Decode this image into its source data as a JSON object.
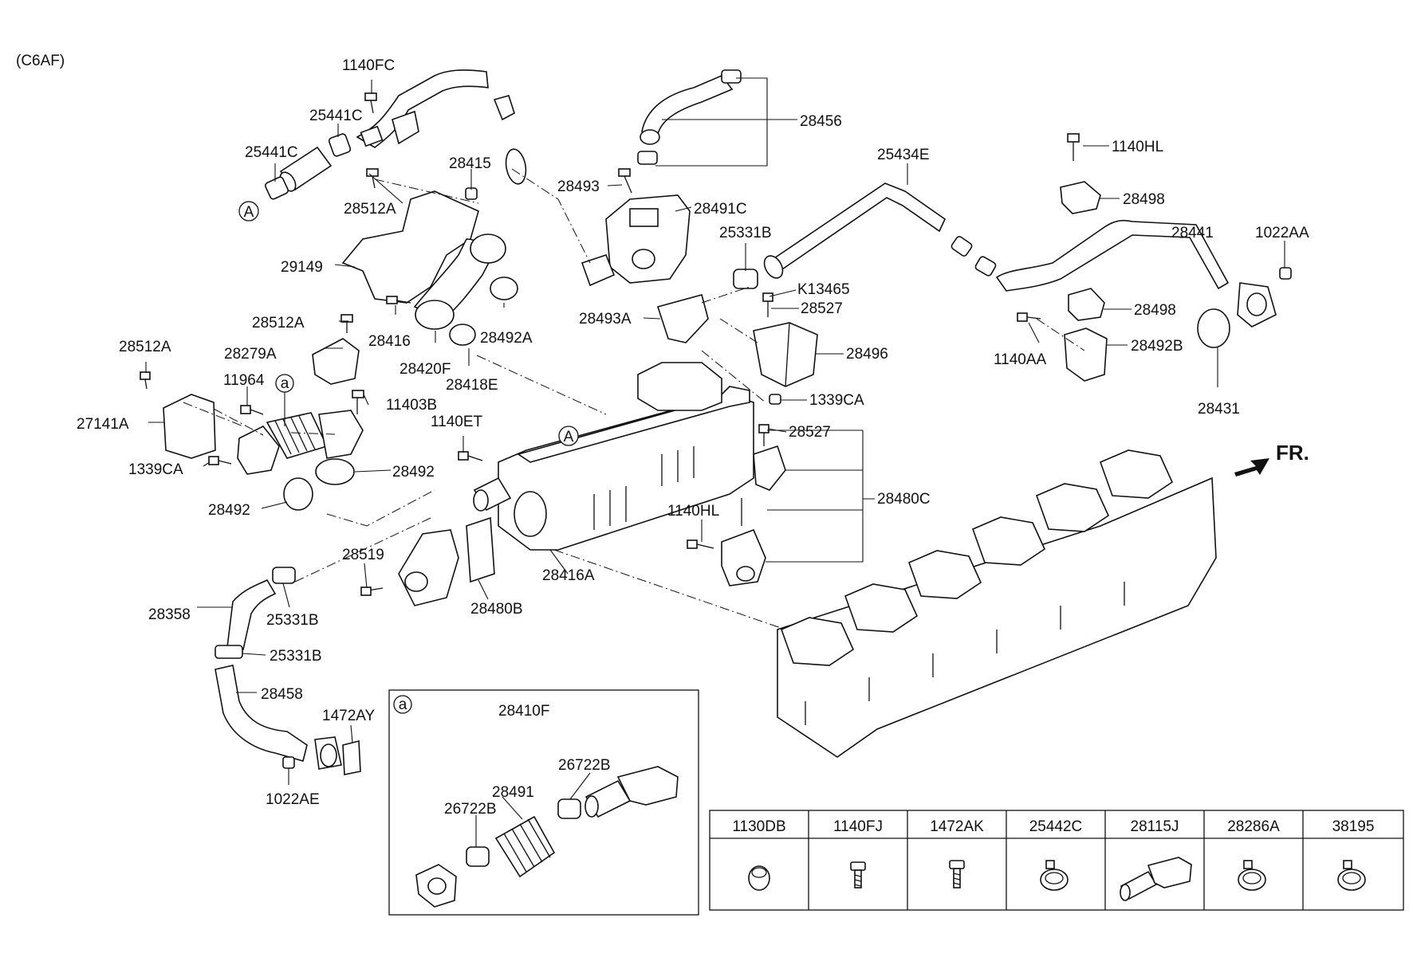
{
  "variant": "(C6AF)",
  "front_label": "FR.",
  "callouts": {
    "c1140FC": "1140FC",
    "c25441C_a": "25441C",
    "c25441C_b": "25441C",
    "c28415": "28415",
    "c28512A_a": "28512A",
    "c29149": "29149",
    "c28512A_b": "28512A",
    "c28416": "28416",
    "c28420F": "28420F",
    "c28418E": "28418E",
    "c28492A": "28492A",
    "c28279A": "28279A",
    "c28512A_c": "28512A",
    "c11964": "11964",
    "c11403B": "11403B",
    "c27141A": "27141A",
    "c1339CA_a": "1339CA",
    "c28492_a": "28492",
    "c28492_b": "28492",
    "c1140ET": "1140ET",
    "c28456": "28456",
    "c28493": "28493",
    "c28491C": "28491C",
    "c25331B_a": "25331B",
    "cK13465": "K13465",
    "c28527_a": "28527",
    "c28493A": "28493A",
    "c28496": "28496",
    "c1339CA_b": "1339CA",
    "c28527_b": "28527",
    "c28480C": "28480C",
    "c1140HL_a": "1140HL",
    "c28416A": "28416A",
    "c28519": "28519",
    "c28480B": "28480B",
    "c28358": "28358",
    "c25331B_b": "25331B",
    "c25331B_c": "25331B",
    "c28458": "28458",
    "c1472AY": "1472AY",
    "c1022AE": "1022AE",
    "c25434E": "25434E",
    "c1140HL_b": "1140HL",
    "c28498_a": "28498",
    "c28441": "28441",
    "c1022AA": "1022AA",
    "c28498_b": "28498",
    "c28492B": "28492B",
    "c1140AA": "1140AA",
    "c28431": "28431"
  },
  "ref_markers": {
    "A1": "A",
    "A2": "A",
    "a1": "a",
    "a2": "a"
  },
  "detail_box": {
    "marker": "a",
    "title": "28410F",
    "labels": {
      "l26722B_a": "26722B",
      "l28491": "28491",
      "l26722B_b": "26722B"
    }
  },
  "parts_table": {
    "columns": [
      "1130DB",
      "1140FJ",
      "1472AK",
      "25442C",
      "28115J",
      "28286A",
      "38195"
    ],
    "icons": [
      "nut-icon",
      "bolt-icon",
      "bolt-icon",
      "clamp-icon",
      "pipe-fitting-icon",
      "clamp-icon",
      "clamp-icon"
    ]
  }
}
